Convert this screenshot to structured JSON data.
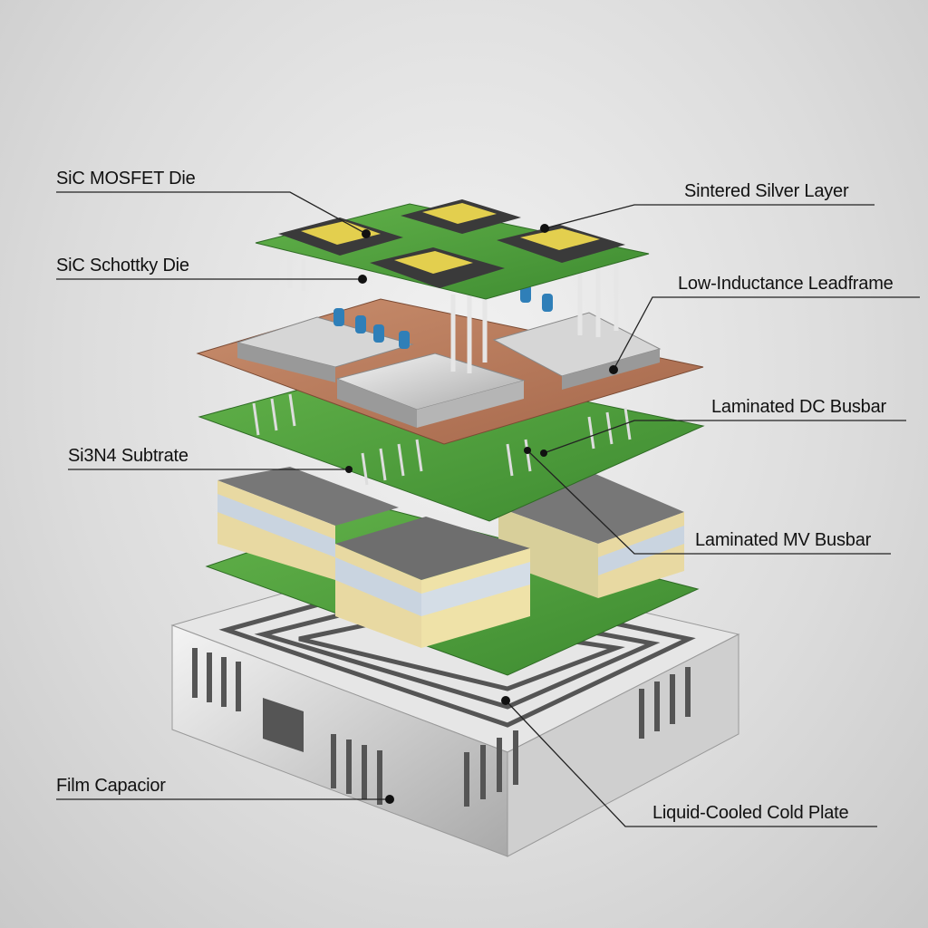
{
  "labels": {
    "mosfet": "SiC MOSFET Die",
    "silver": "Sintered Silver Layer",
    "schottky": "SiC Schottky Die",
    "leadframe": "Low-Inductance Leadframe",
    "dc_busbar": "Laminated DC Busbar",
    "substrate": "Si3N4 Subtrate",
    "mv_busbar": "Laminated MV Busbar",
    "capacitor": "Film Capacior",
    "cold_plate": "Liquid-Cooled Cold Plate"
  },
  "colors": {
    "pcb": "#4c9a3a",
    "copper": "#b97a5a",
    "die": "#e3cf4e",
    "metal": "#bdbdbd"
  }
}
